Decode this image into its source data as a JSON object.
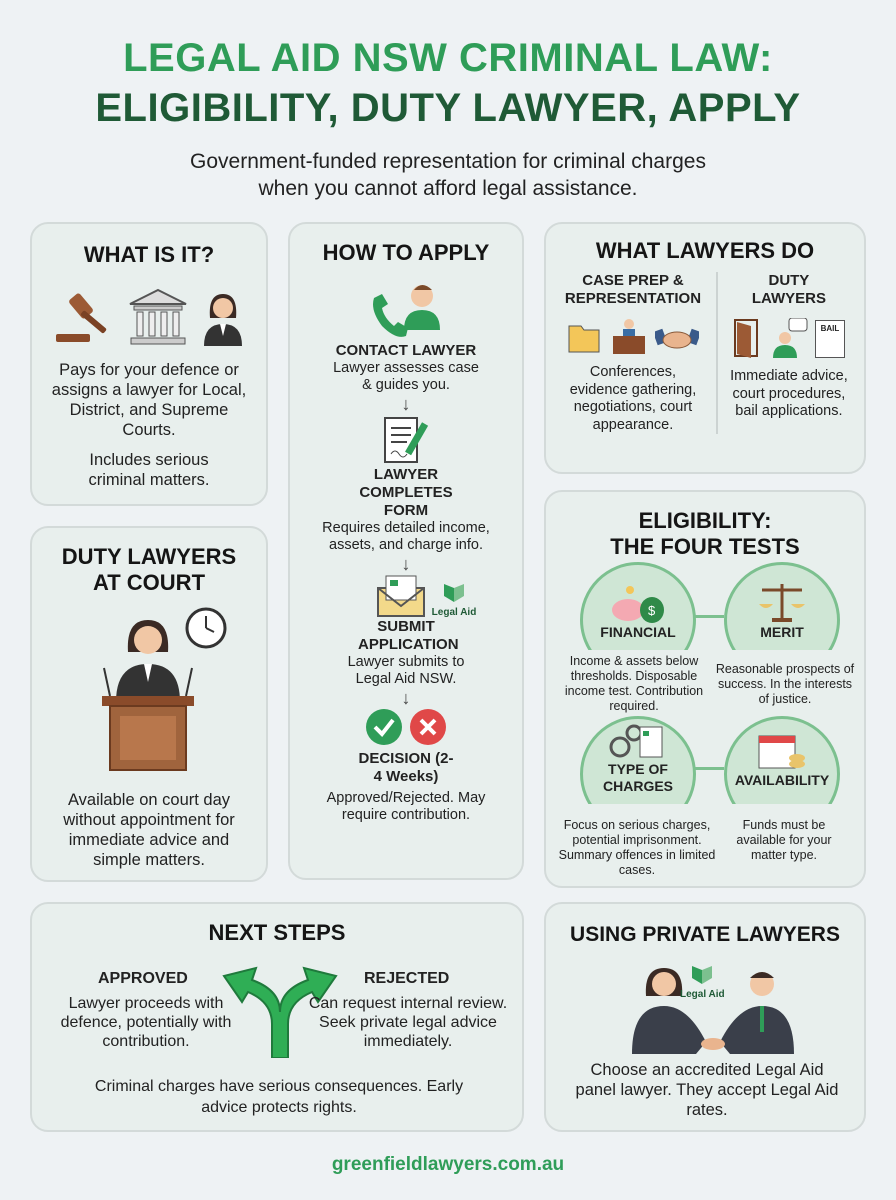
{
  "title": {
    "line1": "LEGAL AID NSW CRIMINAL LAW:",
    "line2": "ELIGIBILITY, DUTY LAWYER, APPLY"
  },
  "subtitle": {
    "line1": "Government-funded representation for criminal charges",
    "line2": "when you cannot afford legal assistance."
  },
  "what_is_it": {
    "heading": "WHAT IS IT?",
    "text1": "Pays for your defence or assigns a lawyer for Local, District, and Supreme Courts.",
    "text2": "Includes serious criminal matters.",
    "icons": [
      "gavel-icon",
      "courthouse-icon",
      "lawyer-icon"
    ]
  },
  "duty_lawyers": {
    "heading1": "DUTY LAWYERS",
    "heading2": "AT COURT",
    "text": "Available on court day without appointment for immediate advice and simple matters.",
    "icons": [
      "lawyer-at-podium-icon",
      "clock-icon"
    ]
  },
  "how_to_apply": {
    "heading": "HOW TO APPLY",
    "steps": [
      {
        "title": "CONTACT LAWYER",
        "text": "Lawyer assesses case & guides you.",
        "icon": "phone-person-icon"
      },
      {
        "title": "LAWYER COMPLETES FORM",
        "text": "Requires detailed income, assets, and charge info.",
        "icon": "form-pen-icon"
      },
      {
        "title": "SUBMIT APPLICATION",
        "text": "Lawyer submits to Legal Aid NSW.",
        "icon": "envelope-icon",
        "logo": "Legal Aid"
      },
      {
        "title": "DECISION (2-4 Weeks)",
        "text": "Approved/Rejected. May require contribution.",
        "icon": "check-cross-icon"
      }
    ],
    "arrow": "↓"
  },
  "what_lawyers_do": {
    "heading": "WHAT LAWYERS DO",
    "left": {
      "heading": "CASE PREP & REPRESENTATION",
      "text": "Conferences, evidence gathering, negotiations, court appearance."
    },
    "right": {
      "heading": "DUTY LAWYERS",
      "text": "Immediate advice, court procedures, bail applications.",
      "bail_label": "BAIL"
    }
  },
  "eligibility": {
    "heading1": "ELIGIBILITY:",
    "heading2": "THE FOUR TESTS",
    "tests": [
      {
        "label": "FINANCIAL",
        "text": "Income & assets below thresholds. Disposable income test. Contribution required."
      },
      {
        "label": "MERIT",
        "text": "Reasonable prospects of success. In the interests of justice."
      },
      {
        "label": "TYPE OF CHARGES",
        "text": "Focus on serious charges, potential imprisonment. Summary offences in limited cases."
      },
      {
        "label": "AVAILABILITY",
        "text": "Funds must be available for your matter type."
      }
    ]
  },
  "next_steps": {
    "heading": "NEXT STEPS",
    "approved": {
      "label": "APPROVED",
      "text": "Lawyer proceeds with defence, potentially with contribution."
    },
    "rejected": {
      "label": "REJECTED",
      "text": "Can request internal review. Seek private legal advice immediately."
    },
    "note": "Criminal charges have serious consequences. Early advice protects rights."
  },
  "private_lawyers": {
    "heading": "USING PRIVATE LAWYERS",
    "logo": "Legal Aid",
    "text": "Choose an accredited Legal Aid panel lawyer. They accept Legal Aid rates."
  },
  "footer": "greenfieldlawyers.com.au",
  "colors": {
    "accent": "#2f9d58",
    "dark_green": "#1f5a36",
    "card": "#e8efed",
    "circle": "#cfe6d5"
  }
}
